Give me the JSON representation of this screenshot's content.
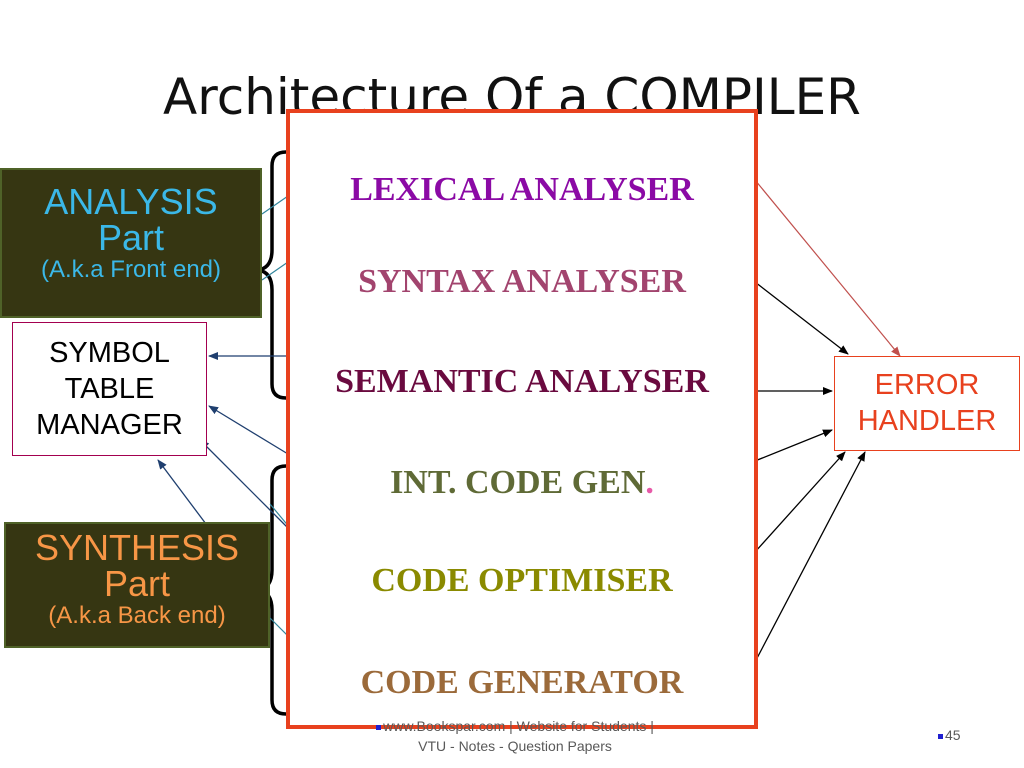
{
  "title": "Architecture Of a COMPILER",
  "stages": [
    {
      "label": "LEXICAL ANALYSER",
      "color": "#8b0aa5"
    },
    {
      "label": "SYNTAX ANALYSER",
      "color": "#a2446e"
    },
    {
      "label": "SEMANTIC ANALYSER",
      "color": "#6a0a3f"
    },
    {
      "label": "INT. CODE GEN",
      "suffix": ".",
      "color": "#5f6a36",
      "suffix_color": "#e75aa8"
    },
    {
      "label": "CODE OPTIMISER",
      "color": "#8a8a00"
    },
    {
      "label": "CODE GENERATOR",
      "color": "#9b6a3a"
    }
  ],
  "analysis": {
    "title_line1": "ANALYSIS",
    "title_line2": "Part",
    "subtitle": "(A.k.a Front end)",
    "color": "#3bb8e8",
    "background": "#363612"
  },
  "synthesis": {
    "title_line1": "SYNTHESIS",
    "title_line2": "Part",
    "subtitle": "(A.k.a Back end)",
    "color": "#f79646",
    "background": "#363612"
  },
  "symbol_table": {
    "line1": "SYMBOL",
    "line2": "TABLE",
    "line3": "MANAGER"
  },
  "error_handler": {
    "line1": "ERROR",
    "line2": "HANDLER",
    "color": "#e8411e"
  },
  "footer": {
    "line1": "www.Bookspar.com | Website for Students |",
    "line2": "VTU - Notes - Question Papers",
    "page_number": "45"
  }
}
